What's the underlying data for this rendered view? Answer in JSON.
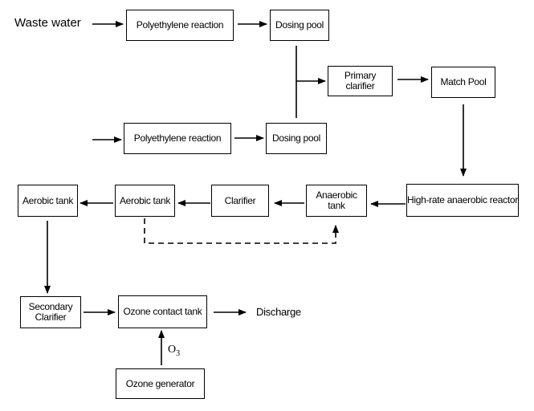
{
  "diagram": {
    "input_label": "Waste water",
    "nodes": {
      "polyethylene_reaction_1": "Polyethylene reaction",
      "dosing_pool_1": "Dosing pool",
      "primary_clarifier_line1": "Primary",
      "primary_clarifier_line2": "clarifier",
      "match_pool": "Match Pool",
      "polyethylene_reaction_2": "Polyethylene reaction",
      "dosing_pool_2": "Dosing pool",
      "high_rate_anaerobic_reactor": "High-rate anaerobic reactor",
      "anaerobic_tank": "Anaerobic tank",
      "clarifier": "Clarifier",
      "aerobic_tank_1": "Aerobic tank",
      "aerobic_tank_2": "Aerobic tank",
      "secondary_clarifier_line1": "Secondary",
      "secondary_clarifier_line2": "Clarifier",
      "ozone_contact_tank": "Ozone contact tank",
      "ozone_generator": "Ozone generator"
    },
    "output_label": "Discharge",
    "ozone_label": "O",
    "ozone_subscript": "3"
  }
}
